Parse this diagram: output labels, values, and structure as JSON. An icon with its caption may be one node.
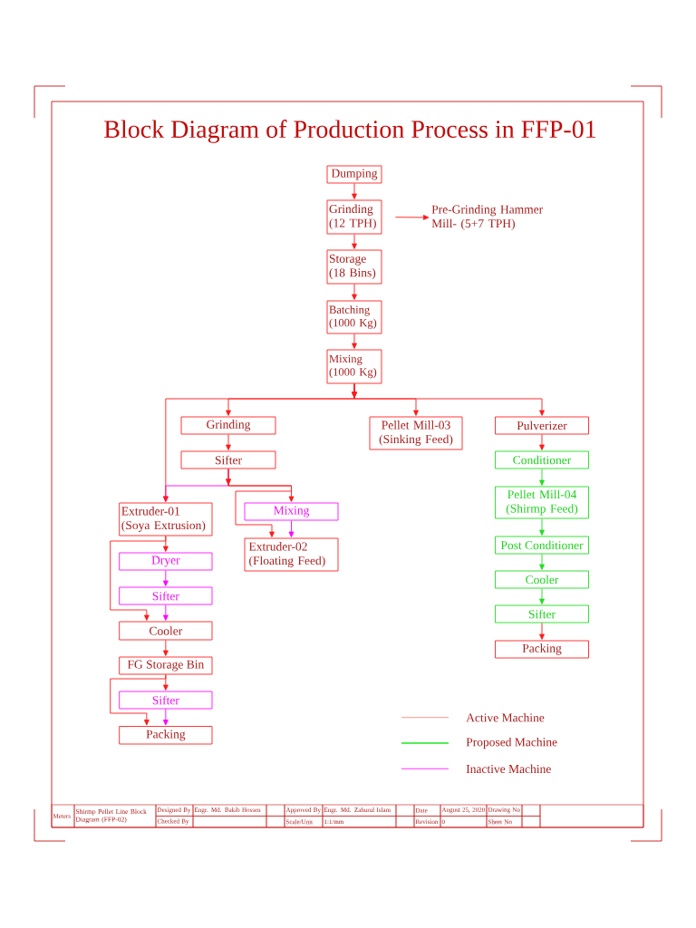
{
  "diagram": {
    "title": "Block Diagram of Production Process in FFP-01",
    "nodes": [
      {
        "text": [
          "Dumping"
        ]
      },
      {
        "text": [
          "Grinding (12 TPH)"
        ]
      },
      {
        "text": [
          "Pre-Grinding Hammer Mill- (5+7 TPH)"
        ]
      },
      {
        "text": [
          "Storage (18 Bins)"
        ]
      },
      {
        "text": [
          "Batching (1000 Kg)"
        ]
      },
      {
        "text": [
          "Mixing (1000 Kg)"
        ]
      },
      {
        "text": [
          "Grinding"
        ]
      },
      {
        "text": [
          "Pellet Mill-03 (Sinking Feed)"
        ]
      },
      {
        "text": [
          "Pulverizer"
        ]
      },
      {
        "text": [
          "Sifter"
        ]
      },
      {
        "text": [
          "Extruder-01 (Soya Extrusion)"
        ]
      },
      {
        "text": [
          "Mixing"
        ]
      },
      {
        "text": [
          "Extruder-02 (Floating Feed)"
        ]
      },
      {
        "text": [
          "Dryer"
        ]
      },
      {
        "text": [
          "Sifter"
        ]
      },
      {
        "text": [
          "Cooler"
        ]
      },
      {
        "text": [
          "FG Storage Bin"
        ]
      },
      {
        "text": [
          "Sifter"
        ]
      },
      {
        "text": [
          "Packing"
        ]
      },
      {
        "text": [
          "Conditioner"
        ]
      },
      {
        "text": [
          "Pellet Mill-04 (Shirmp Feed)"
        ]
      },
      {
        "text": [
          "Post Conditioner"
        ]
      },
      {
        "text": [
          "Cooler"
        ]
      },
      {
        "text": [
          "Sifter"
        ]
      },
      {
        "text": [
          "Packing"
        ]
      }
    ],
    "edges": [
      {
        "from": 0,
        "to": 1,
        "arrow": "to"
      },
      {
        "from": 1,
        "to": 2,
        "arrow": "to"
      },
      {
        "from": 1,
        "to": 3,
        "arrow": "to"
      },
      {
        "from": 3,
        "to": 4,
        "arrow": "to"
      },
      {
        "from": 4,
        "to": 5,
        "arrow": "to"
      },
      {
        "from": 5,
        "to": 10,
        "arrow": "to"
      },
      {
        "from": 5,
        "to": 6,
        "arrow": "to"
      },
      {
        "from": 5,
        "to": 7,
        "arrow": "to"
      },
      {
        "from": 5,
        "to": 8,
        "arrow": "to"
      },
      {
        "from": 6,
        "to": 9,
        "arrow": "to"
      },
      {
        "from": 9,
        "to": 10,
        "arrow": "to",
        "color": "#ff00ff"
      },
      {
        "from": 9,
        "to": 11,
        "arrow": "to"
      },
      {
        "from": 9,
        "to": 12,
        "arrow": "to"
      },
      {
        "from": 11,
        "to": 12,
        "arrow": "to",
        "color": "#ff00ff"
      },
      {
        "from": 10,
        "to": 13,
        "arrow": "to"
      },
      {
        "from": 10,
        "to": 15,
        "arrow": "to"
      },
      {
        "from": 13,
        "to": 14,
        "arrow": "to",
        "color": "#ff00ff"
      },
      {
        "from": 14,
        "to": 15,
        "arrow": "to",
        "color": "#ff00ff"
      },
      {
        "from": 15,
        "to": 16,
        "arrow": "to"
      },
      {
        "from": 16,
        "to": 17,
        "arrow": "to"
      },
      {
        "from": 16,
        "to": 18,
        "arrow": "to"
      },
      {
        "from": 17,
        "to": 18,
        "arrow": "to",
        "color": "#ff00ff"
      },
      {
        "from": 8,
        "to": 19,
        "arrow": "to"
      },
      {
        "from": 19,
        "to": 20,
        "arrow": "to",
        "color": "#22dd22"
      },
      {
        "from": 20,
        "to": 21,
        "arrow": "to",
        "color": "#22dd22"
      },
      {
        "from": 21,
        "to": 22,
        "arrow": "to",
        "color": "#22dd22"
      },
      {
        "from": 22,
        "to": 23,
        "arrow": "to",
        "color": "#22dd22"
      },
      {
        "from": 23,
        "to": 24,
        "arrow": "to"
      }
    ],
    "labels": [
      "Meters",
      "Shirmp Pellet Line Block Diagram (FFP-02)",
      "Designed By",
      "Engr. Md. Bakib Hossen",
      "Approved By",
      "Engr. Md. Zahurul Islam",
      "Date",
      "August 25, 2020",
      "Drawing No",
      "Checked By",
      "Scale/Unit",
      "1:1/mm",
      "Revision",
      "0",
      "Sheet No"
    ],
    "legend": [
      {
        "text": "Active Machine"
      },
      {
        "text": "Proposed Machine"
      },
      {
        "text": "Inactive Machine"
      }
    ]
  }
}
